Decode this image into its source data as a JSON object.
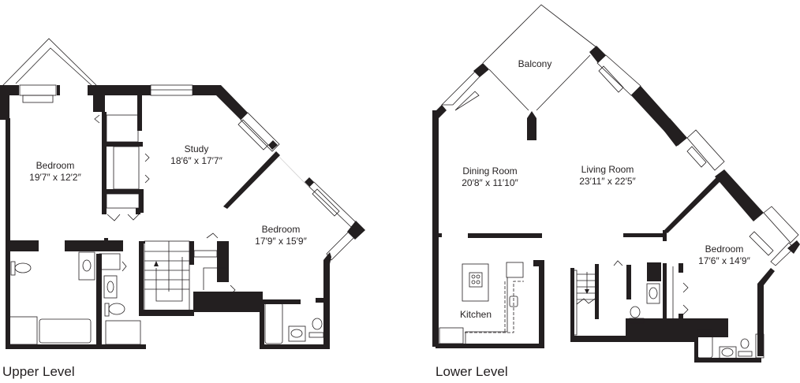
{
  "plans": {
    "upper": {
      "caption": "Upper Level",
      "rooms": [
        {
          "name": "Bedroom",
          "dims": "19′7″ x 12′2″"
        },
        {
          "name": "Study",
          "dims": "18′6″ x 17′7″"
        },
        {
          "name": "Bedroom",
          "dims": "17′9″ x 15′9″"
        }
      ]
    },
    "lower": {
      "caption": "Lower Level",
      "rooms": [
        {
          "name": "Balcony",
          "dims": ""
        },
        {
          "name": "Dining Room",
          "dims": "20′8″ x 11′10″"
        },
        {
          "name": "Living Room",
          "dims": "23′11″ x 22′5″"
        },
        {
          "name": "Bedroom",
          "dims": "17′6″ x 14′9″"
        },
        {
          "name": "Kitchen",
          "dims": ""
        }
      ]
    }
  },
  "colors": {
    "wall": "#231f20",
    "background": "#ffffff"
  }
}
